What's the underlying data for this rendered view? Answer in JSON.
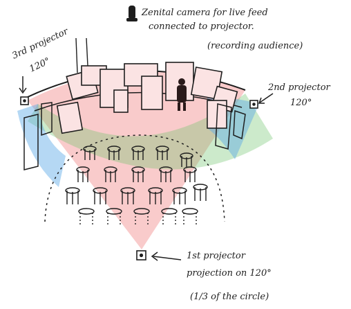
{
  "labels": {
    "camera_line1": "Zenital camera for live feed",
    "camera_line2": "connected to projector.",
    "camera_line3": "(recording audience)",
    "proj3_line1": "3rd projector",
    "proj3_line2": "120°",
    "proj2_line1": "2nd projector",
    "proj2_line2": "120°",
    "proj1_line1": "1st projector",
    "proj1_line2": "projection on 120°",
    "proj1_line3": "(1/3 of the circle)"
  },
  "projectors": [
    {
      "name": "3rd projector",
      "marker": "3",
      "color": "#5aa9e6"
    },
    {
      "name": "2nd projector",
      "marker": "2",
      "color": "#6cc36a"
    },
    {
      "name": "1st projector",
      "marker": "1",
      "color": "#f28b8b"
    }
  ],
  "colors": {
    "red_cone": "#f28b8b",
    "green_cone": "#6cc36a",
    "blue_cone": "#5aa9e6",
    "ink": "#1e1e1e"
  }
}
